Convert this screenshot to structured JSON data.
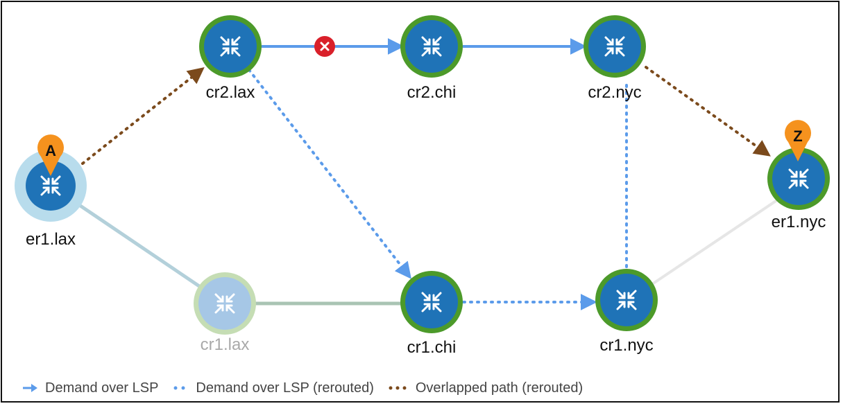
{
  "nodes": {
    "er1_lax": {
      "label": "er1.lax",
      "badge": "A"
    },
    "cr2_lax": {
      "label": "cr2.lax"
    },
    "cr2_chi": {
      "label": "cr2.chi"
    },
    "cr2_nyc": {
      "label": "cr2.nyc"
    },
    "er1_nyc": {
      "label": "er1.nyc",
      "badge": "Z"
    },
    "cr1_lax": {
      "label": "cr1.lax"
    },
    "cr1_chi": {
      "label": "cr1.chi"
    },
    "cr1_nyc": {
      "label": "cr1.nyc"
    }
  },
  "legend": {
    "demand": "Demand over LSP",
    "rerouted": "Demand over LSP (rerouted)",
    "overlapped": "Overlapped path (rerouted)"
  },
  "colors": {
    "node_fill": "#1f73b7",
    "node_ring": "#4c9a2a",
    "demand_line": "#5b9bea",
    "overlapped_line": "#7b4a1c",
    "badge": "#f5921e",
    "fail_marker": "#d9202a"
  },
  "icons": {
    "router": "router-arrows-icon",
    "failure": "x-fail-icon",
    "badge": "map-pin-icon"
  }
}
